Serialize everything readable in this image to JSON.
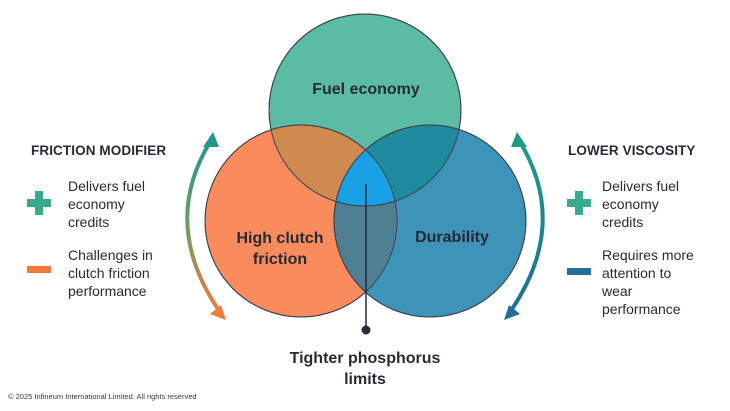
{
  "venn": {
    "top_label": "Fuel economy",
    "left_label_line1": "High clutch",
    "left_label_line2": "friction",
    "right_label": "Durability",
    "center_label_line1": "Tighter phosphorus",
    "center_label_line2": "limits"
  },
  "colors": {
    "fuel_economy": "#5bbba3",
    "high_clutch_friction": "#fa8b5c",
    "durability": "#3d93b8",
    "center_overlap": "#1aa0e4",
    "plus": "#3aaa8c",
    "minus_left": "#f07a3a",
    "minus_right": "#1f6f96"
  },
  "left_panel": {
    "heading": "FRICTION MODIFIER",
    "items": [
      {
        "icon": "plus-icon",
        "line1": "Delivers fuel",
        "line2": "economy",
        "line3": "credits"
      },
      {
        "icon": "minus-icon",
        "line1": "Challenges in",
        "line2": "clutch friction",
        "line3": "performance"
      }
    ]
  },
  "right_panel": {
    "heading": "LOWER VISCOSITY",
    "items": [
      {
        "icon": "plus-icon",
        "line1": "Delivers fuel",
        "line2": "economy",
        "line3": "credits"
      },
      {
        "icon": "minus-icon",
        "line1": "Requires more",
        "line2": "attention to",
        "line3": "wear",
        "line4": "performance"
      }
    ]
  },
  "footer": {
    "copyright": "© 2025 Infineum International Limited. All rights reserved"
  }
}
